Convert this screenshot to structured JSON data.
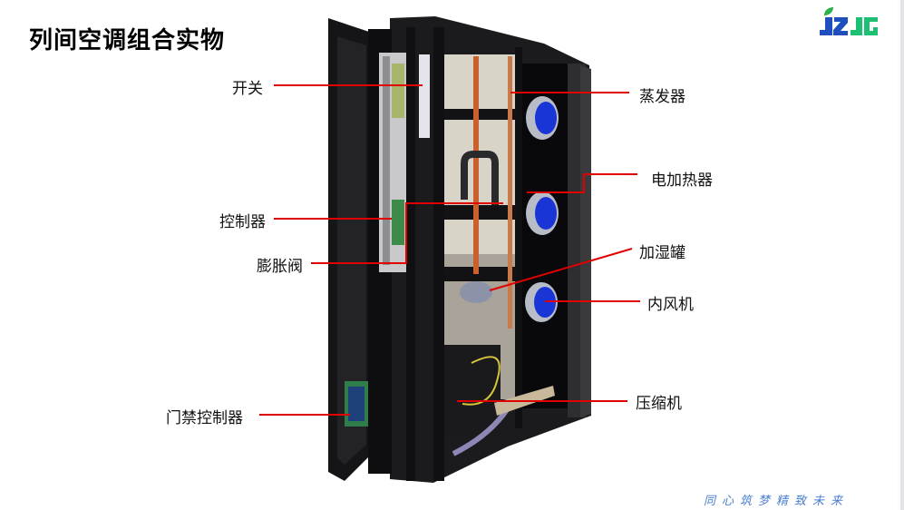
{
  "slide": {
    "title": "列间空调组合实物",
    "slogan": "同心筑梦精致未来",
    "logo": {
      "text": "JZJG",
      "leaf_color": "#2bb24c",
      "blue": "#1f4fbf",
      "green": "#1dbf73"
    },
    "accent_line_color": "#e00000"
  },
  "photo": {
    "subject": "row-air-conditioner-cabinet",
    "fan_color": "#1a35d6"
  },
  "callouts": [
    {
      "id": "switch",
      "label": "开关"
    },
    {
      "id": "controller",
      "label": "控制器"
    },
    {
      "id": "expansion-valve",
      "label": "膨胀阀"
    },
    {
      "id": "access-controller",
      "label": "门禁控制器"
    },
    {
      "id": "evaporator",
      "label": "蒸发器"
    },
    {
      "id": "electric-heater",
      "label": "电加热器"
    },
    {
      "id": "humidifier",
      "label": "加湿罐"
    },
    {
      "id": "indoor-fan",
      "label": "内风机"
    },
    {
      "id": "compressor",
      "label": "压缩机"
    }
  ]
}
